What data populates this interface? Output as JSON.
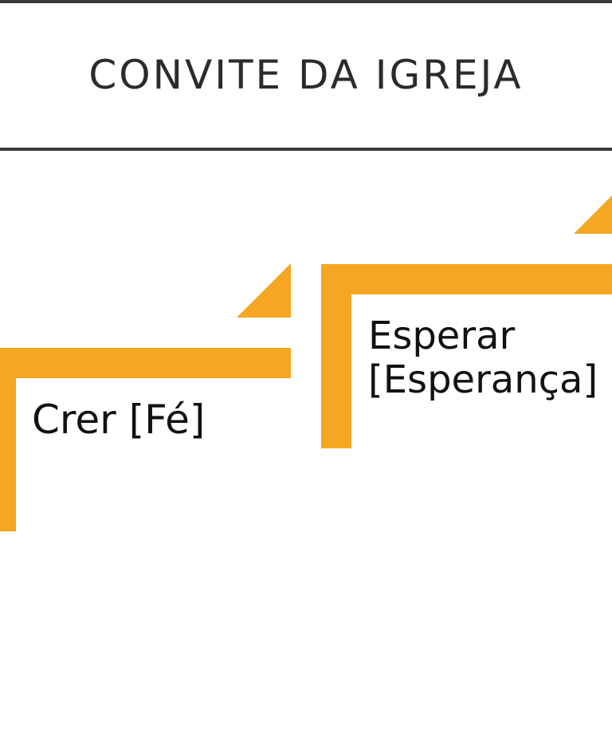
{
  "header": {
    "title": "CONVITE DA IGREJA"
  },
  "colors": {
    "accent": "#f5a623",
    "rule": "#3a3a3a",
    "text": "#111111"
  },
  "steps": [
    {
      "label": "Crer [Fé]"
    },
    {
      "label_line1": "Esperar",
      "label_line2": "[Esperança]"
    }
  ]
}
